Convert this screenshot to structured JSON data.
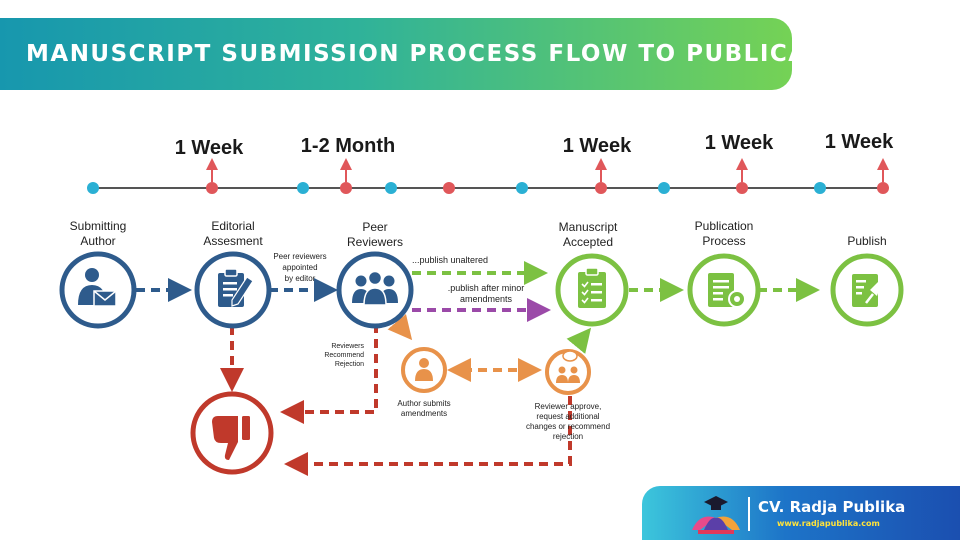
{
  "title": "MANUSCRIPT SUBMISSION PROCESS FLOW TO PUBLICATION",
  "durations": [
    "1 Week",
    "1-2 Month",
    "1 Week",
    "1 Week",
    "1 Week"
  ],
  "stages": [
    {
      "lines": [
        "Submitting",
        "Author"
      ],
      "icon": "author-mail-icon",
      "color": "#2e5b8c"
    },
    {
      "lines": [
        "Editorial",
        "Assesment"
      ],
      "icon": "clipboard-pen-icon",
      "color": "#2e5b8c"
    },
    {
      "lines": [
        "Peer",
        "Reviewers"
      ],
      "icon": "reviewers-group-icon",
      "color": "#2e5b8c"
    },
    {
      "lines": [
        "Manuscript",
        "Accepted"
      ],
      "icon": "checklist-icon",
      "color": "#7cc142"
    },
    {
      "lines": [
        "Publication",
        "Process"
      ],
      "icon": "document-gear-icon",
      "color": "#7cc142"
    },
    {
      "lines": [
        "Publish"
      ],
      "icon": "rocket-document-icon",
      "color": "#7cc142"
    }
  ],
  "side_nodes": [
    {
      "lines": [
        "Author submits",
        "amendments"
      ],
      "icon": "person-icon",
      "color": "#e8924a"
    },
    {
      "lines": [
        "Reviewer approve,",
        "request additional",
        "changes or recommend",
        "rejection"
      ],
      "icon": "reviewer-chat-icon",
      "color": "#e8924a"
    }
  ],
  "rejection": {
    "icon": "thumbs-down-icon",
    "color": "#c0392b"
  },
  "edge_labels": {
    "appointed": [
      "Peer reviewers",
      "appointed",
      "by editor"
    ],
    "unaltered": "...publish unaltered",
    "minor": [
      ".publish after minor",
      "amendments"
    ],
    "reject": [
      "Reviewers",
      "Recommend",
      "Rejection"
    ]
  },
  "colors": {
    "blue": "#2e5b8c",
    "green": "#7cc142",
    "purple": "#9b4aa8",
    "orange": "#e8924a",
    "red": "#c0392b",
    "timeline_dot": "#2bb0d4",
    "timeline_marker": "#e0575a",
    "timeline_line": "#555555"
  },
  "brand": {
    "name": "CV. Radja Publika",
    "url": "www.radjapublika.com"
  }
}
